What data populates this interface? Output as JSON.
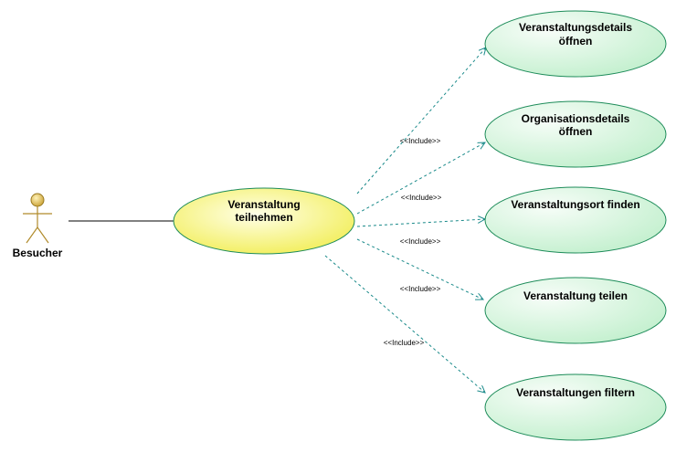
{
  "actor": {
    "name": "Besucher"
  },
  "main_use_case": {
    "line1": "Veranstaltung",
    "line2": "teilnehmen"
  },
  "use_cases": [
    {
      "line1": "Veranstaltungsdetails",
      "line2": "öffnen"
    },
    {
      "line1": "Organisationsdetails",
      "line2": "öffnen"
    },
    {
      "line1": "Veranstaltungsort finden",
      "line2": ""
    },
    {
      "line1": "Veranstaltung teilen",
      "line2": ""
    },
    {
      "line1": "Veranstaltungen filtern",
      "line2": ""
    }
  ],
  "relations": [
    {
      "label": "<<Include>>"
    },
    {
      "label": "<<Include>>"
    },
    {
      "label": "<<Include>>"
    },
    {
      "label": "<<Include>>"
    },
    {
      "label": "<<Include>>"
    }
  ],
  "colors": {
    "main_fill_light": "#ffffe0",
    "main_fill_dark": "#f2ee5a",
    "uc_fill_light": "#f3fcf5",
    "uc_fill_dark": "#c4f0cf",
    "uc_stroke": "#1e8c5a",
    "actor_head": "#e0c25a",
    "actor_body": "#b08a2a",
    "dependency": "#1a8a8a"
  }
}
